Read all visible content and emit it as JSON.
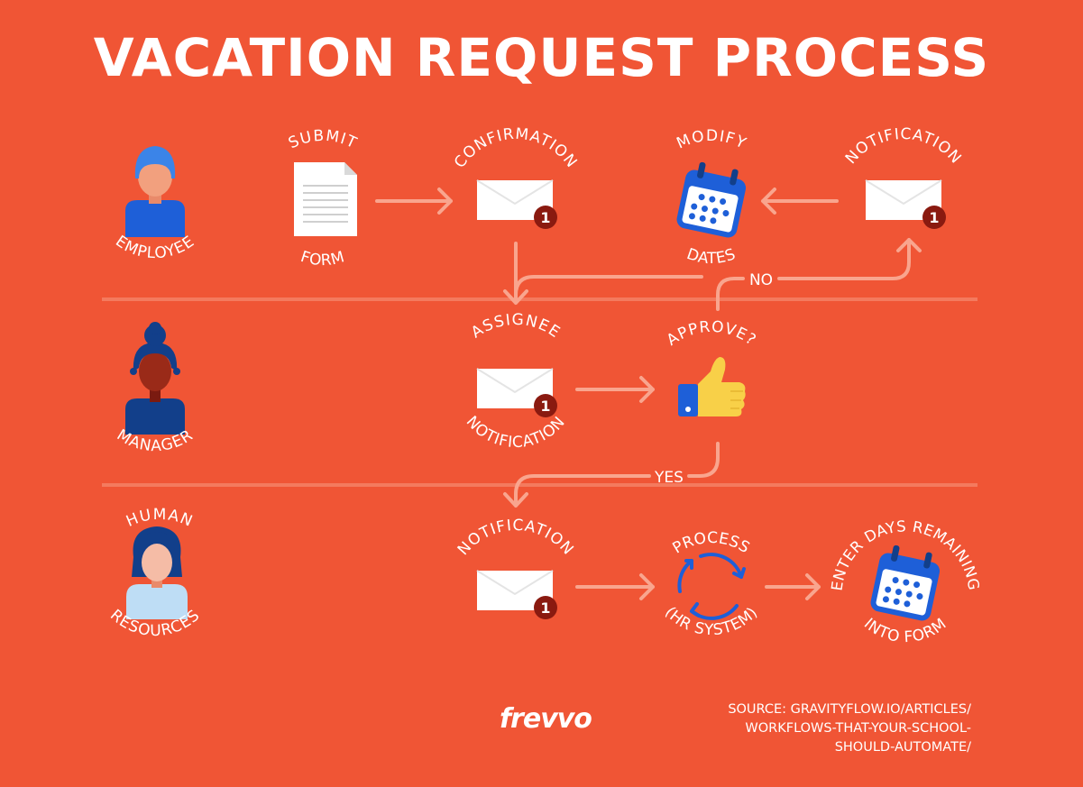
{
  "title": "VACATION REQUEST PROCESS",
  "colors": {
    "background": "#F05535",
    "arrow": "#F9A58E",
    "divider": "#F47A5E",
    "calendar": "#1E5FD8",
    "badge": "#8A1A10",
    "thumb": "#F8D048"
  },
  "roles": {
    "employee": "EMPLOYEE",
    "manager": "MANAGER",
    "hr_line1": "HUMAN",
    "hr_line2": "RESOURCES"
  },
  "steps": {
    "submit": "SUBMIT",
    "form": "FORM",
    "confirmation": "CONFIRMATION",
    "modify": "MODIFY",
    "dates": "DATES",
    "notification_top": "NOTIFICATION",
    "assignee": "ASSIGNEE",
    "assignee_notification": "NOTIFICATION",
    "approve": "APPROVE?",
    "no": "NO",
    "yes": "YES",
    "hr_notification": "NOTIFICATION",
    "process": "PROCESS",
    "hr_system": "(HR SYSTEM)",
    "enter_days": "ENTER DAYS REMAINING",
    "into_form": "INTO FORM"
  },
  "badge_count": "1",
  "brand": "frevvo",
  "source_lines": [
    "SOURCE: GRAVITYFLOW.IO/ARTICLES/",
    "WORKFLOWS-THAT-YOUR-SCHOOL-",
    "SHOULD-AUTOMATE/"
  ]
}
